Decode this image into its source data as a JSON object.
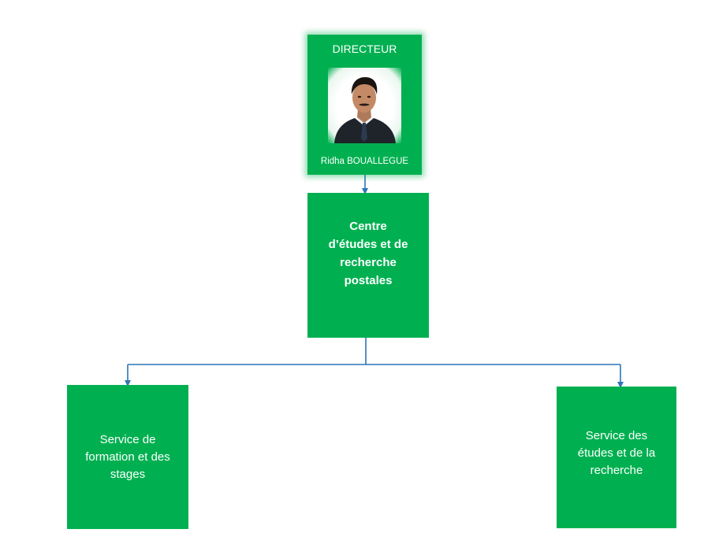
{
  "director": {
    "title": "DIRECTEUR",
    "name": "Ridha BOUALLEGUE",
    "photo_icon": "person-portrait-icon"
  },
  "center": {
    "label": "Centre\nd’études et de\nrecherche\npostales"
  },
  "services": {
    "left_label": "Service de\nformation et des\nstages",
    "right_label": "Service des\nétudes et de la\nrecherche"
  },
  "colors": {
    "box_fill": "#00b050",
    "text": "#ffffff",
    "connector": "#2e75b6"
  }
}
